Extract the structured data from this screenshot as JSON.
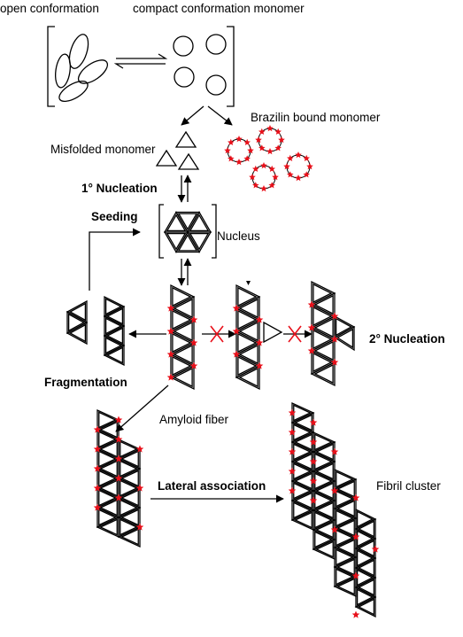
{
  "labels": {
    "open_conformation": "open conformation",
    "compact_conformation": "compact conformation monomer",
    "brazilin_bound": "Brazilin bound monomer",
    "misfolded_monomer": "Misfolded monomer",
    "primary_nucleation": "1° Nucleation",
    "seeding": "Seeding",
    "nucleus": "Nucleus",
    "secondary_nucleation": "2° Nucleation",
    "fragmentation": "Fragmentation",
    "amyloid_fiber": "Amyloid fiber",
    "lateral_association": "Lateral association",
    "fibril_cluster": "Fibril cluster"
  },
  "colors": {
    "line": "#000000",
    "brazilin_marker": "#e8101a",
    "inhibition_cross": "#e8101a"
  }
}
